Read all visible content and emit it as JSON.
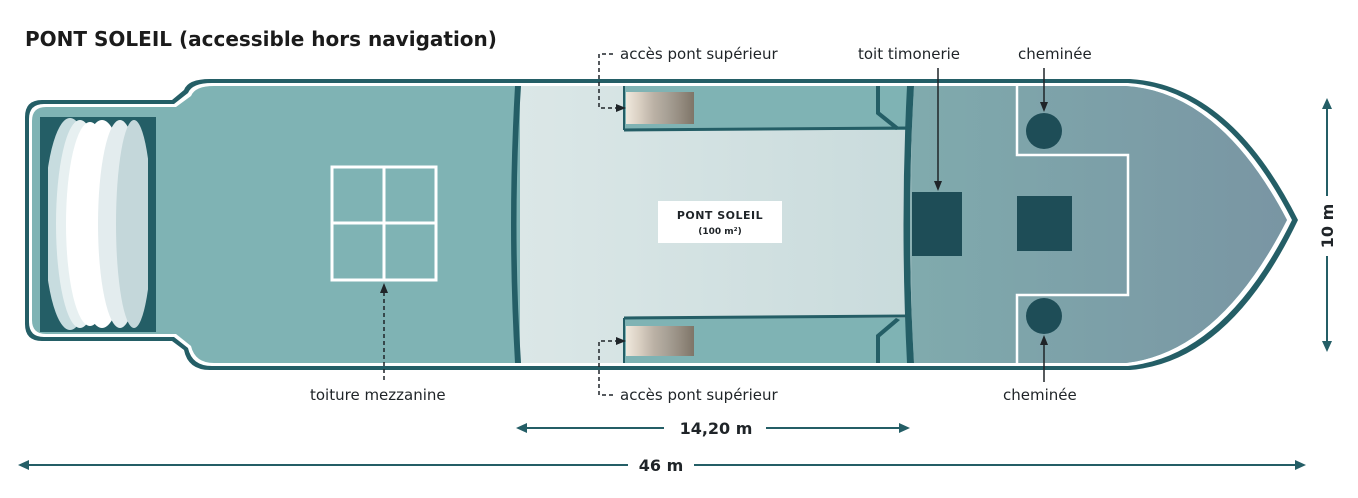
{
  "title": "PONT SOLEIL (accessible hors navigation)",
  "labels": {
    "access_top": "accès pont supérieur",
    "access_bottom": "accès pont supérieur",
    "toit_timonerie": "toit timonerie",
    "cheminee_top": "cheminée",
    "cheminee_bottom": "cheminée",
    "toiture_mezzanine": "toiture mezzanine"
  },
  "center_box": {
    "title": "PONT SOLEIL",
    "area": "(100 m²)"
  },
  "dimensions": {
    "width": "10 m",
    "sun_deck_length": "14,20 m",
    "total_length": "46 m"
  },
  "colors": {
    "hull_dark": "#245e66",
    "deck_teal": "#7fb3b4",
    "deck_light": "#d3e1e2",
    "bow_grey": "#7b97a3",
    "dark_block": "#1e4d57"
  }
}
